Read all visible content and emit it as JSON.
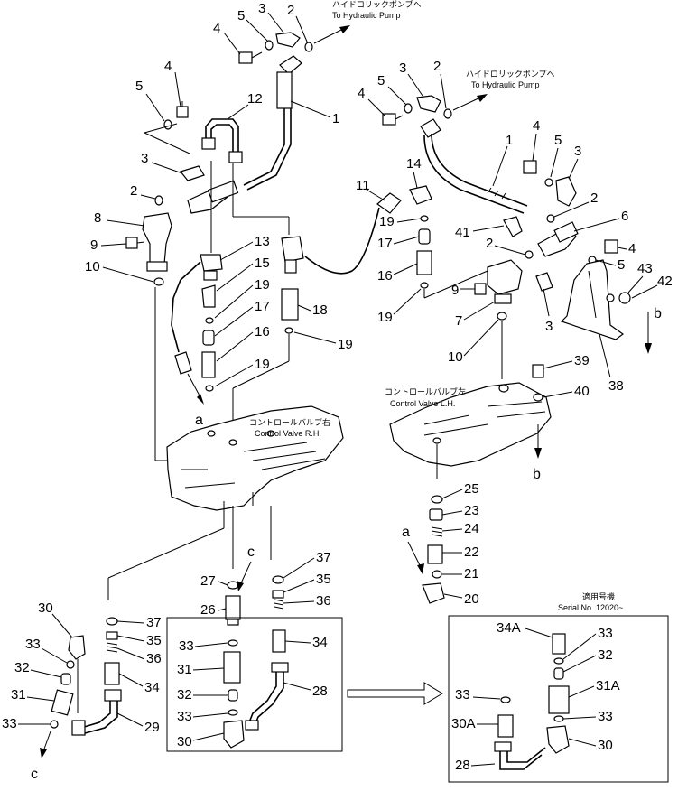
{
  "diagram": {
    "labels": {
      "hydraulic_pump_jp_1": "ハイドロリックポンプへ",
      "hydraulic_pump_en_1": "To Hydraulic Pump",
      "hydraulic_pump_jp_2": "ハイドロリックポンプへ",
      "hydraulic_pump_en_2": "To Hydraulic Pump",
      "control_valve_rh_jp": "コントロールバルブ右",
      "control_valve_rh_en": "Control Valve R.H.",
      "control_valve_lh_jp": "コントロールバルブ左",
      "control_valve_lh_en": "Control Valve L.H.",
      "serial_jp": "適用号機",
      "serial_en": "Serial No. 12020~"
    },
    "letters": {
      "a": "a",
      "b": "b",
      "c": "c"
    },
    "parts": {
      "p1": "1",
      "p2": "2",
      "p3": "3",
      "p4": "4",
      "p5": "5",
      "p6": "6",
      "p7": "7",
      "p8": "8",
      "p9": "9",
      "p10": "10",
      "p11": "11",
      "p12": "12",
      "p13": "13",
      "p14": "14",
      "p15": "15",
      "p16": "16",
      "p17": "17",
      "p18": "18",
      "p19": "19",
      "p20": "20",
      "p21": "21",
      "p22": "22",
      "p23": "23",
      "p24": "24",
      "p25": "25",
      "p26": "26",
      "p27": "27",
      "p28": "28",
      "p29": "29",
      "p30": "30",
      "p31": "31",
      "p32": "32",
      "p33": "33",
      "p34": "34",
      "p35": "35",
      "p36": "36",
      "p37": "37",
      "p38": "38",
      "p39": "39",
      "p40": "40",
      "p41": "41",
      "p42": "42",
      "p43": "43",
      "p30A": "30A",
      "p31A": "31A",
      "p34A": "34A"
    }
  }
}
